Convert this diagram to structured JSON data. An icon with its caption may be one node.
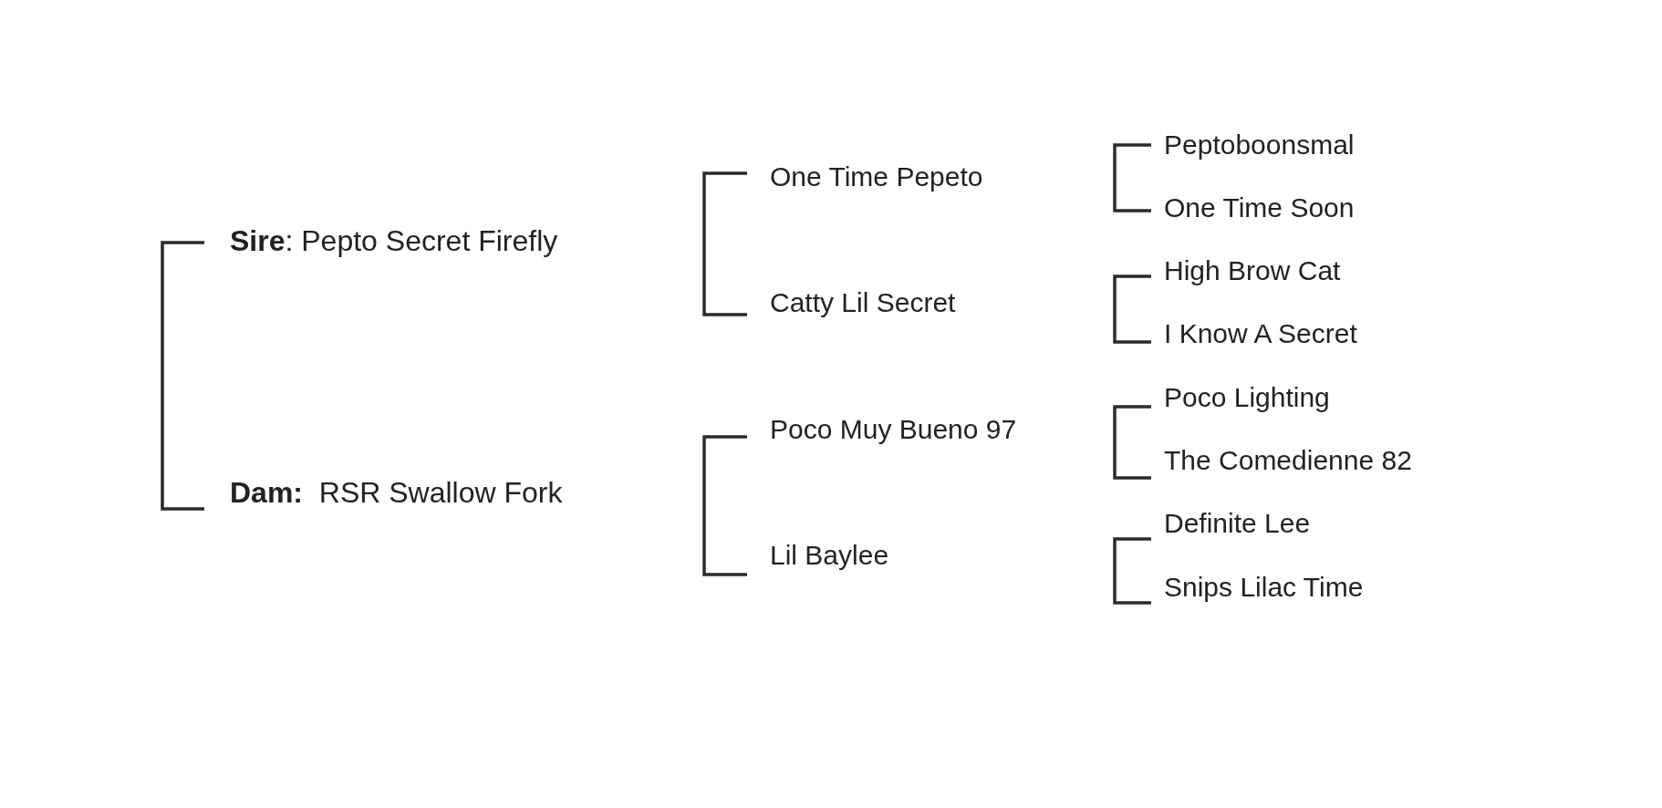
{
  "diagram": {
    "labels": [
      "**Sire**: Pepto Secret Firefly",
      "**Dam:**  RSR Swallow Fork",
      "One Time Pepeto",
      "Catty Lil Secret",
      "Poco Muy Bueno 97",
      "Lil Baylee",
      "Peptoboonsmal",
      "One Time Soon",
      "High Brow Cat",
      "I Know A Secret",
      "Poco Lighting",
      "The Comedienne 82",
      "Definite Lee",
      "Snips Lilac Time"
    ]
  }
}
